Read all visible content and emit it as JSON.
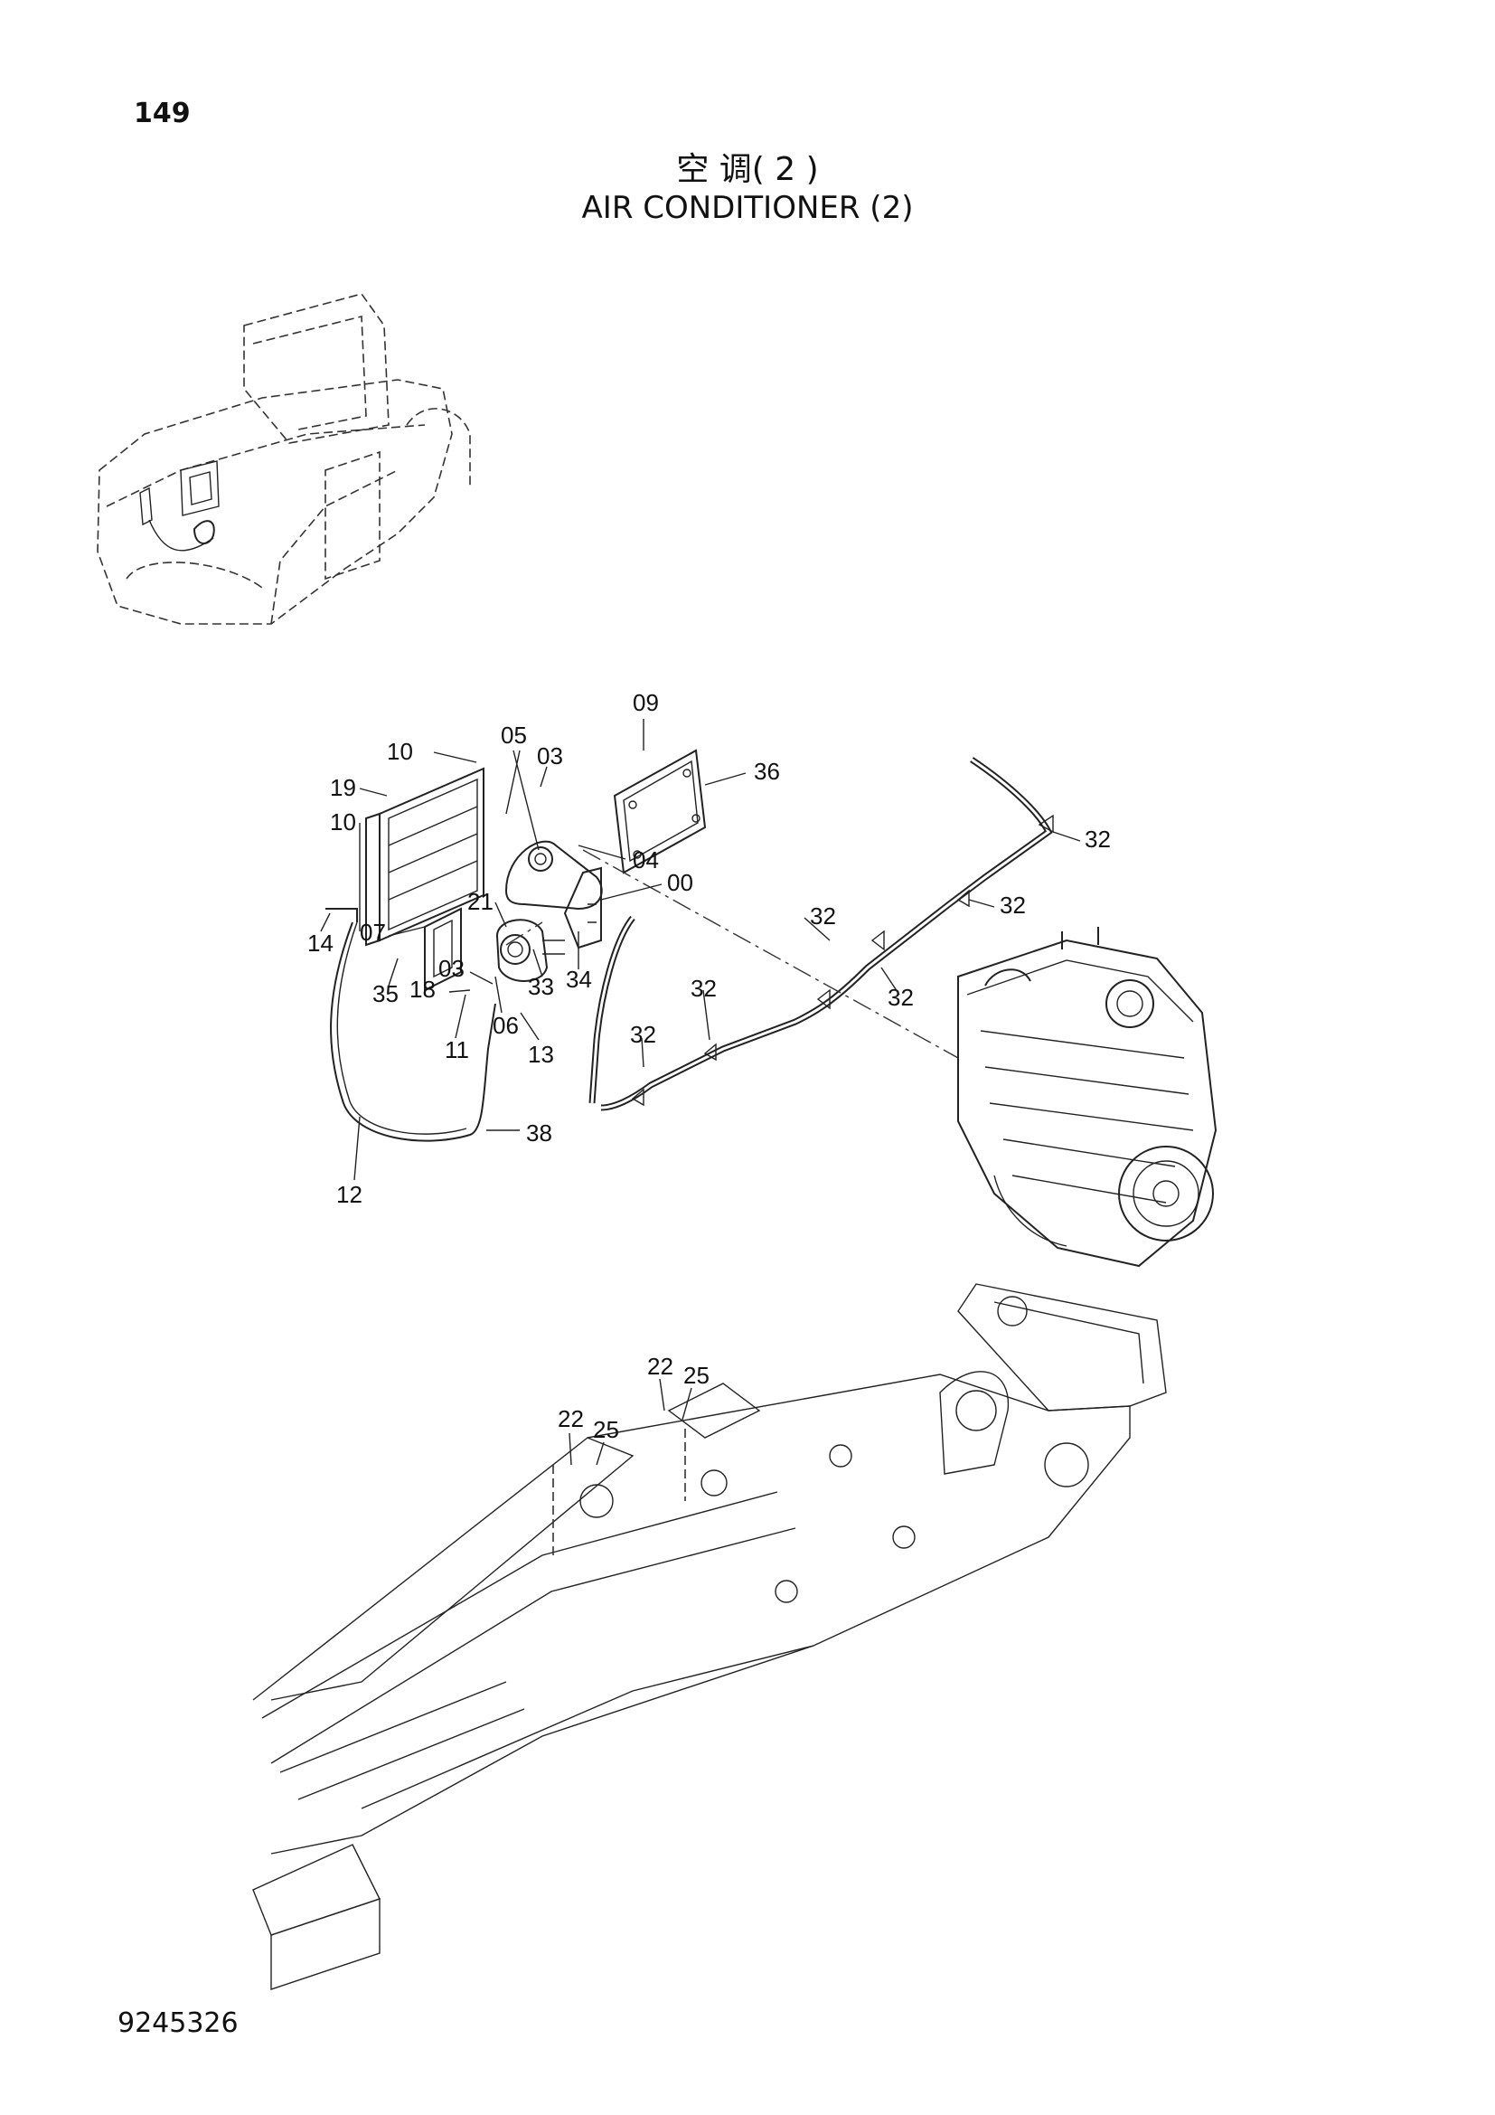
{
  "page": {
    "number": "149",
    "title_cn": "空 调( 2 )",
    "title_en": "AIR CONDITIONER (2)",
    "drawing_number": "9245326"
  },
  "callouts": [
    "09",
    "05",
    "03",
    "10",
    "36",
    "19",
    "10",
    "04",
    "32",
    "00",
    "21",
    "32",
    "07",
    "32",
    "14",
    "33",
    "34",
    "35",
    "18",
    "03",
    "32",
    "06",
    "32",
    "32",
    "11",
    "13",
    "38",
    "12",
    "22",
    "25",
    "22",
    "25"
  ]
}
